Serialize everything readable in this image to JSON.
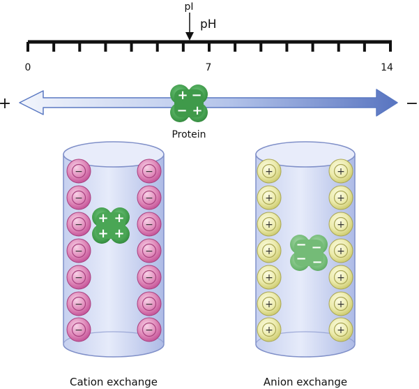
{
  "scale": {
    "pi_label": "pI",
    "ph_label": "pH",
    "tick_labels": [
      "0",
      "7",
      "14"
    ],
    "pi_value": 6
  },
  "arrow": {
    "left_sign": "+",
    "right_sign": "−"
  },
  "protein": {
    "label": "Protein",
    "charges": [
      "+",
      "−",
      "−",
      "+"
    ]
  },
  "columns": {
    "cation": {
      "label": "Cation exchange",
      "bead_sign": "−",
      "protein_charges": [
        "+",
        "+",
        "+",
        "+"
      ]
    },
    "anion": {
      "label": "Anion exchange",
      "bead_sign": "+",
      "protein_charges": [
        "−",
        "−",
        "−",
        "−"
      ]
    }
  },
  "colors": {
    "protein_green": "#3f9a4a",
    "cation_bead": "#d972a9",
    "anion_bead": "#e2e08a",
    "column_blue": "#aab8e4",
    "arrow_blue": "#5a78c2"
  }
}
